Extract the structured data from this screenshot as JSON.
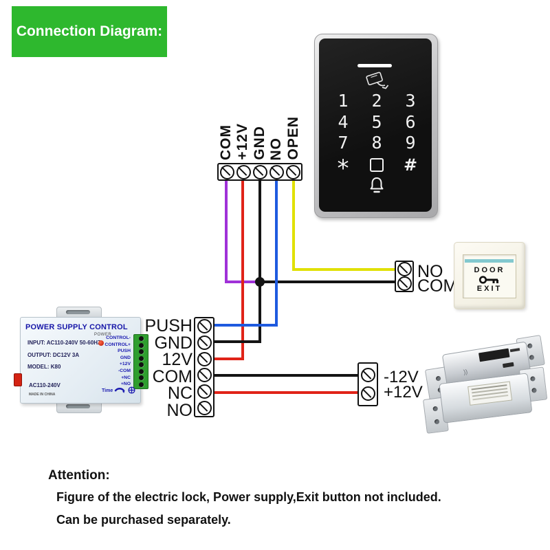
{
  "banner": {
    "label": "Connection Diagram:",
    "bg": "#2eb82e",
    "fg": "#ffffff"
  },
  "keypad": {
    "keys": [
      "1",
      "2",
      "3",
      "4",
      "5",
      "6",
      "7",
      "8",
      "9",
      "*",
      "#"
    ],
    "icons": {
      "card": "card-swipe-icon",
      "center_key": "square-icon",
      "bell": "bell-icon"
    }
  },
  "top_terminal": {
    "labels": [
      "COM",
      "+12V",
      "GND",
      "NO",
      "OPEN"
    ]
  },
  "exit_terminal": {
    "labels": [
      "NO",
      "COM"
    ]
  },
  "exit_button": {
    "door": "DOOR",
    "exit": "EXIT"
  },
  "power_supply": {
    "title": "POWER SUPPLY CONTROL",
    "input": "INPUT: AC110-240V 50-60HZ",
    "output": "OUTPUT: DC12V 3A",
    "model": "MODEL: K80",
    "power": "POWER",
    "voltage": "AC110-240V",
    "made_in": "MADE IN CHINA",
    "time": "Time",
    "terminals": [
      "CONTROL-",
      "CONTROL+",
      "PUSH",
      "GND",
      "+12V",
      "-COM",
      "+NC",
      "+NO"
    ]
  },
  "mid_terminal": {
    "labels": [
      "PUSH",
      "GND",
      "12V",
      "COM",
      "NC",
      "NO"
    ]
  },
  "lock_terminal": {
    "labels": [
      "-12V",
      "+12V"
    ]
  },
  "wires": {
    "purple": "#a031d8",
    "red": "#e02318",
    "black": "#141414",
    "blue": "#1e5adf",
    "yellow": "#e0e000"
  },
  "attention": {
    "title": "Attention:",
    "line1": "Figure of the electric lock, Power supply,Exit button not included.",
    "line2": "Can be purchased separately."
  }
}
